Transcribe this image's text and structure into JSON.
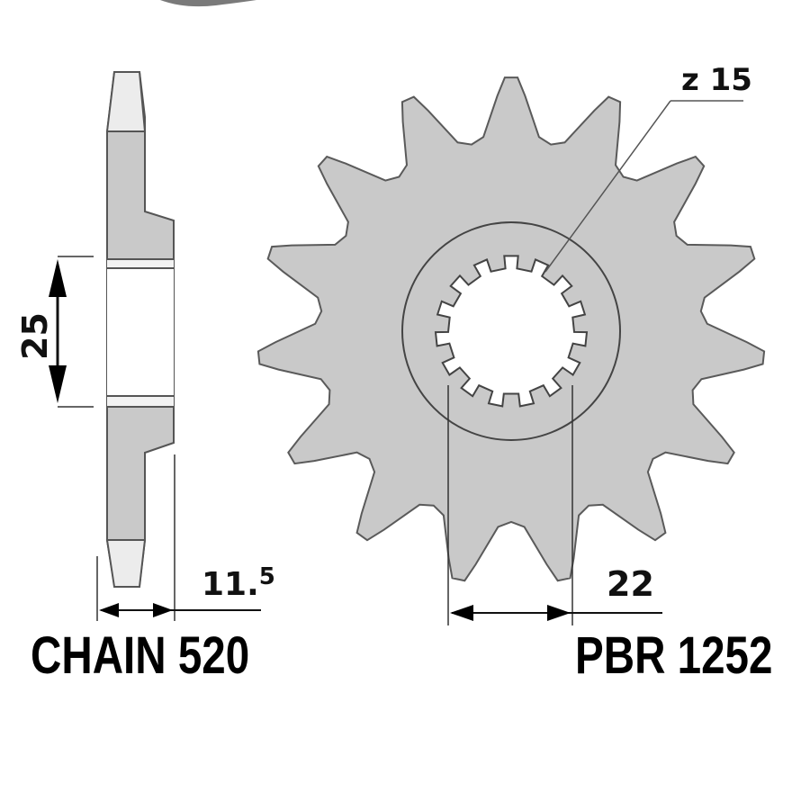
{
  "drawing": {
    "teeth_count_label": "z 15",
    "bore_dimension": "25",
    "width_dimension_main": "11.",
    "width_dimension_sub": "5",
    "spline_dimension": "22",
    "chain_label": "CHAIN 520",
    "part_label": "PBR 1252"
  },
  "colors": {
    "sprocket_fill": "#c9c9c9",
    "outline": "#4a4a4a",
    "text": "#111111",
    "background": "#ffffff"
  },
  "sprocket": {
    "teeth": 15,
    "spline_teeth": 15
  }
}
